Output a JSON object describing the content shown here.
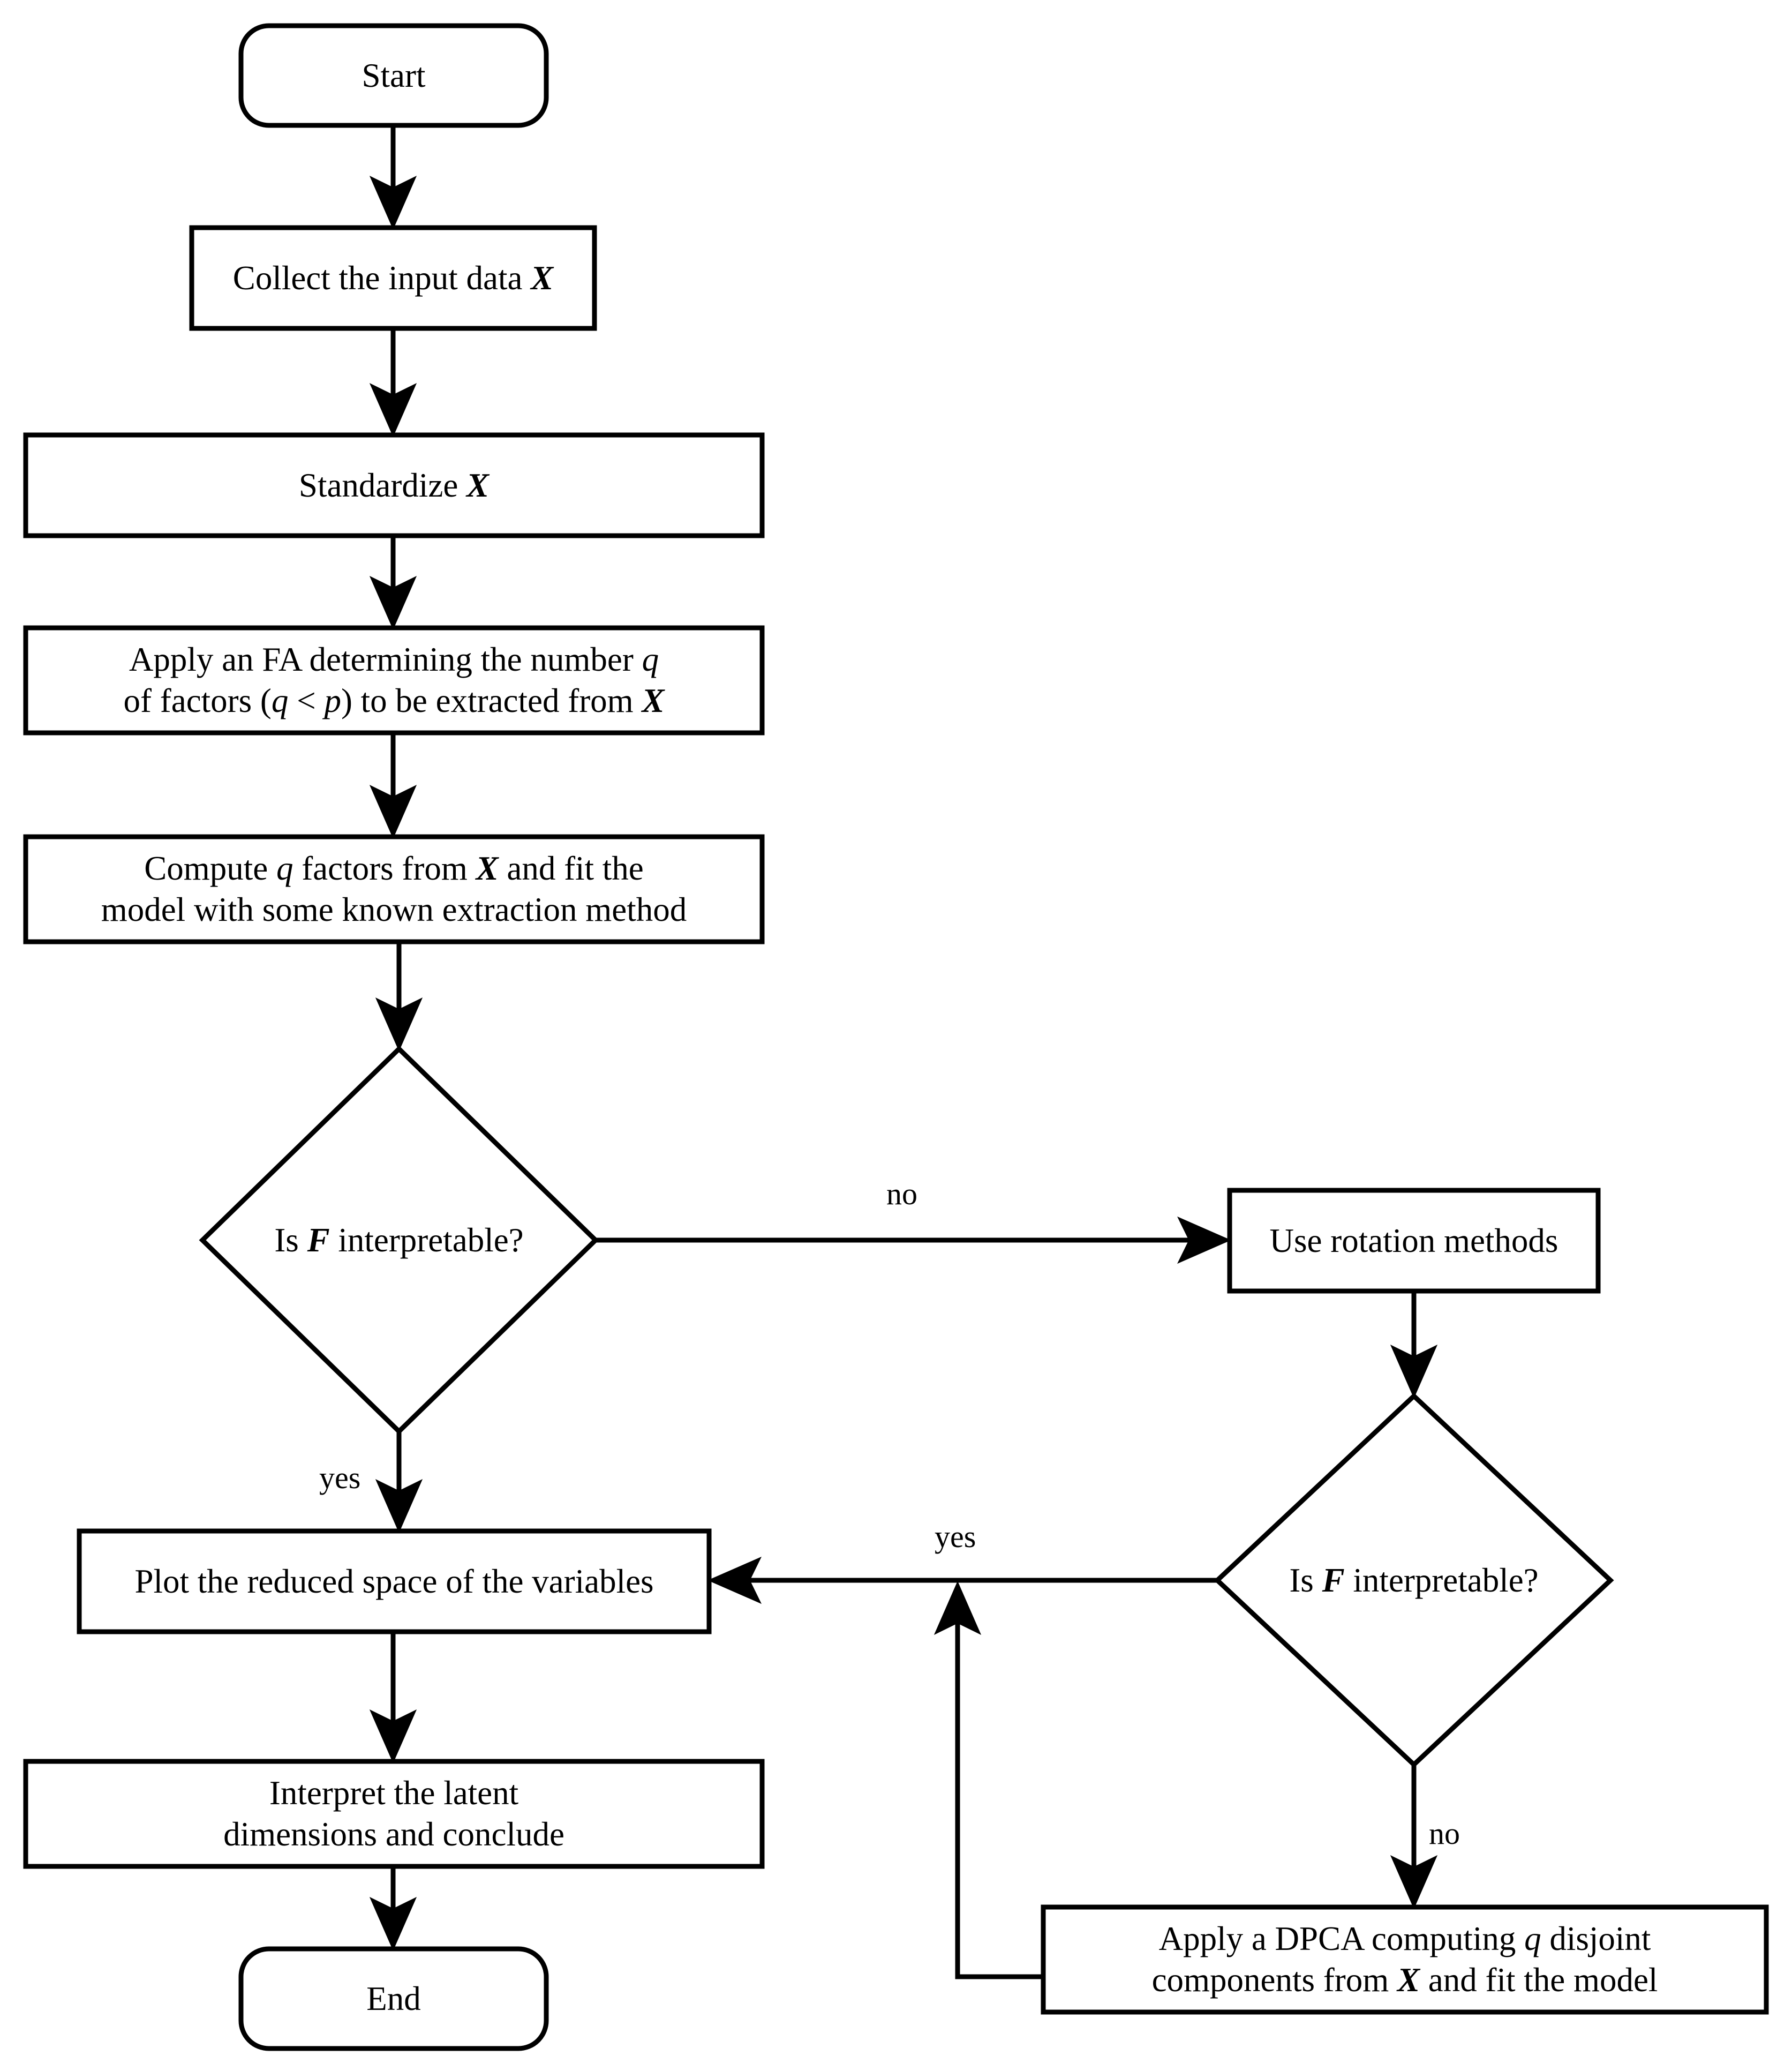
{
  "diagram": {
    "type": "flowchart",
    "title": "",
    "orientation": "top-to-bottom",
    "background_color": "#ffffff",
    "stroke_color": "#000000",
    "text_color": "#000000"
  },
  "nodes": [
    {
      "id": "start",
      "shape": "rounded-rectangle",
      "label": "Start",
      "segments": [
        {
          "text": "Start",
          "style": "plain"
        }
      ]
    },
    {
      "id": "collect",
      "shape": "rectangle",
      "label": "Collect the input data X",
      "segments": [
        {
          "text": "Collect the input data ",
          "style": "plain"
        },
        {
          "text": "X",
          "style": "mathbold"
        }
      ]
    },
    {
      "id": "standardize",
      "shape": "rectangle",
      "label": "Standardize X",
      "segments": [
        {
          "text": "Standardize ",
          "style": "plain"
        },
        {
          "text": "X",
          "style": "mathbold"
        }
      ]
    },
    {
      "id": "apply-fa",
      "shape": "rectangle",
      "label": "Apply an FA determining the number q of factors (q < p) to be extracted from X",
      "lines": [
        [
          {
            "text": "Apply an FA determining the number ",
            "style": "plain"
          },
          {
            "text": "q",
            "style": "mathvar"
          }
        ],
        [
          {
            "text": "of factors (",
            "style": "plain"
          },
          {
            "text": "q",
            "style": "mathvar"
          },
          {
            "text": " < ",
            "style": "plain"
          },
          {
            "text": "p",
            "style": "mathvar"
          },
          {
            "text": ") to be extracted from ",
            "style": "plain"
          },
          {
            "text": "X",
            "style": "mathbold"
          }
        ]
      ]
    },
    {
      "id": "compute-factors",
      "shape": "rectangle",
      "label": "Compute q factors from X and fit the model with some known extraction method",
      "lines": [
        [
          {
            "text": "Compute ",
            "style": "plain"
          },
          {
            "text": "q",
            "style": "mathvar"
          },
          {
            "text": " factors from ",
            "style": "plain"
          },
          {
            "text": "X",
            "style": "mathbold"
          },
          {
            "text": " and fit the",
            "style": "plain"
          }
        ],
        [
          {
            "text": "model with some known extraction method",
            "style": "plain"
          }
        ]
      ]
    },
    {
      "id": "decision-1",
      "shape": "diamond",
      "label": "Is F interpretable?",
      "segments": [
        {
          "text": "Is ",
          "style": "plain"
        },
        {
          "text": "F",
          "style": "mathbold"
        },
        {
          "text": " interpretable?",
          "style": "plain"
        }
      ]
    },
    {
      "id": "rotation",
      "shape": "rectangle",
      "label": "Use rotation methods",
      "segments": [
        {
          "text": "Use rotation methods",
          "style": "plain"
        }
      ]
    },
    {
      "id": "decision-2",
      "shape": "diamond",
      "label": "Is F interpretable?",
      "segments": [
        {
          "text": "Is ",
          "style": "plain"
        },
        {
          "text": "F",
          "style": "mathbold"
        },
        {
          "text": " interpretable?",
          "style": "plain"
        }
      ]
    },
    {
      "id": "plot-reduced",
      "shape": "rectangle",
      "label": "Plot the reduced space of the variables",
      "segments": [
        {
          "text": "Plot the reduced space of the variables",
          "style": "plain"
        }
      ]
    },
    {
      "id": "interpret",
      "shape": "rectangle",
      "label": "Interpret the latent dimensions and conclude",
      "lines": [
        [
          {
            "text": "Interpret the latent",
            "style": "plain"
          }
        ],
        [
          {
            "text": "dimensions and conclude",
            "style": "plain"
          }
        ]
      ]
    },
    {
      "id": "dpca",
      "shape": "rectangle",
      "label": "Apply a DPCA computing q disjoint components from X and fit the model",
      "lines": [
        [
          {
            "text": "Apply a DPCA computing ",
            "style": "plain"
          },
          {
            "text": "q",
            "style": "mathvar"
          },
          {
            "text": " disjoint",
            "style": "plain"
          }
        ],
        [
          {
            "text": "components from ",
            "style": "plain"
          },
          {
            "text": "X",
            "style": "mathbold"
          },
          {
            "text": " and fit the model",
            "style": "plain"
          }
        ]
      ]
    },
    {
      "id": "end",
      "shape": "rounded-rectangle",
      "label": "End",
      "segments": [
        {
          "text": "End",
          "style": "plain"
        }
      ]
    }
  ],
  "edges": [
    {
      "id": "e-start-collect",
      "from": "start",
      "to": "collect",
      "label": ""
    },
    {
      "id": "e-collect-standardize",
      "from": "collect",
      "to": "standardize",
      "label": ""
    },
    {
      "id": "e-standardize-applyfa",
      "from": "standardize",
      "to": "apply-fa",
      "label": ""
    },
    {
      "id": "e-applyfa-compute",
      "from": "apply-fa",
      "to": "compute-factors",
      "label": ""
    },
    {
      "id": "e-compute-decision1",
      "from": "compute-factors",
      "to": "decision-1",
      "label": ""
    },
    {
      "id": "e-decision1-rotation",
      "from": "decision-1",
      "to": "rotation",
      "label": "no"
    },
    {
      "id": "e-decision1-plot",
      "from": "decision-1",
      "to": "plot-reduced",
      "label": "yes"
    },
    {
      "id": "e-rotation-decision2",
      "from": "rotation",
      "to": "decision-2",
      "label": ""
    },
    {
      "id": "e-decision2-plot",
      "from": "decision-2",
      "to": "plot-reduced",
      "label": "yes"
    },
    {
      "id": "e-decision2-dpca",
      "from": "decision-2",
      "to": "dpca",
      "label": "no"
    },
    {
      "id": "e-dpca-plot",
      "from": "dpca",
      "to": "plot-reduced",
      "label": ""
    },
    {
      "id": "e-plot-interpret",
      "from": "plot-reduced",
      "to": "interpret",
      "label": ""
    },
    {
      "id": "e-interpret-end",
      "from": "interpret",
      "to": "end",
      "label": ""
    }
  ],
  "edge_labels": {
    "no_1": "no",
    "yes_1": "yes",
    "yes_2": "yes",
    "no_2": "no"
  }
}
